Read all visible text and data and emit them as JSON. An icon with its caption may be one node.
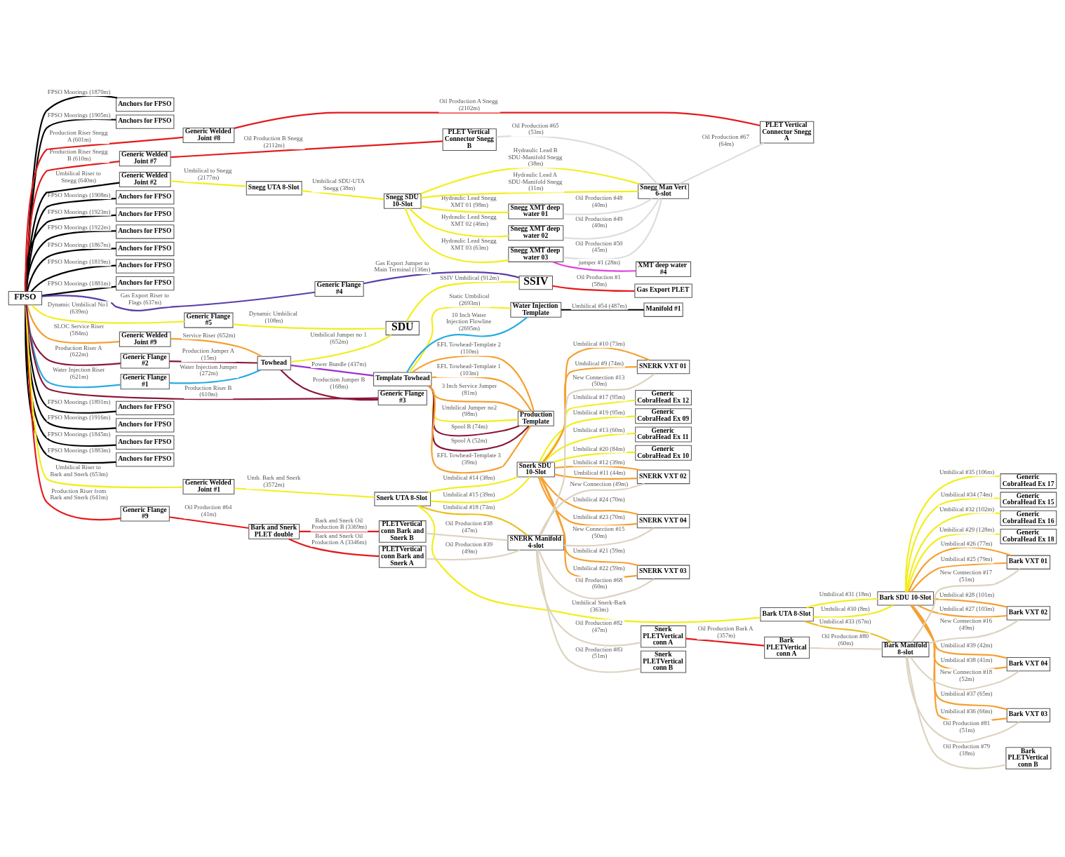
{
  "diagram": {
    "nodes": [
      {
        "text": [
          "FPSO"
        ]
      },
      {
        "text": [
          "Anchors for FPSO"
        ]
      },
      {
        "text": [
          "Anchors for FPSO"
        ]
      },
      {
        "text": [
          "Generic Welded Joint #7"
        ]
      },
      {
        "text": [
          "Anchors for FPSO"
        ]
      },
      {
        "text": [
          "Anchors for FPSO"
        ]
      },
      {
        "text": [
          "Generic Welded Joint #2"
        ]
      },
      {
        "text": [
          "Anchors for FPSO"
        ]
      },
      {
        "text": [
          "Anchors for FPSO"
        ]
      },
      {
        "text": [
          "Anchors for FPSO"
        ]
      },
      {
        "text": [
          "Anchors for FPSO"
        ]
      },
      {
        "text": [
          "Generic Welded Joint #9"
        ]
      },
      {
        "text": [
          "Anchors for FPSO"
        ]
      },
      {
        "text": [
          "Anchors for FPSO"
        ]
      },
      {
        "text": [
          "Generic Flange #2"
        ]
      },
      {
        "text": [
          "Anchors for FPSO"
        ]
      },
      {
        "text": [
          "Generic Flange #1"
        ]
      },
      {
        "text": [
          "Anchors for FPSO"
        ]
      },
      {
        "text": [
          "Generic Flange #9"
        ]
      },
      {
        "text": [
          "PLET Vertical Connector Snegg B"
        ]
      },
      {
        "text": [
          "Snegg UTA 8-Slot"
        ]
      },
      {
        "text": [
          "Generic Welded Joint #8"
        ]
      },
      {
        "text": [
          "Generic Flange #4"
        ]
      },
      {
        "text": [
          "Generic Flange #5"
        ]
      },
      {
        "text": [
          "Towhead"
        ]
      },
      {
        "text": [
          "Generic Welded Joint #1"
        ]
      },
      {
        "text": [
          "Bark and Snerk PLET double"
        ]
      },
      {
        "text": [
          "Snegg SDU 10-Slot"
        ]
      },
      {
        "text": [
          "SDU"
        ]
      },
      {
        "text": [
          "Template Towhead"
        ]
      },
      {
        "text": [
          "Generic Flange #3"
        ]
      },
      {
        "text": [
          "Snerk UTA 8-Slot"
        ]
      },
      {
        "text": [
          "PLETVertical conn Bark and Snerk B"
        ]
      },
      {
        "text": [
          "PLETVertical conn Bark and Snerk A"
        ]
      },
      {
        "text": [
          "Snegg XMT deep water 01"
        ]
      },
      {
        "text": [
          "Snegg XMT deep water 02"
        ]
      },
      {
        "text": [
          "Snegg XMT deep water 03"
        ]
      },
      {
        "text": [
          "SSIV"
        ]
      },
      {
        "text": [
          "Water Injection Template"
        ]
      },
      {
        "text": [
          "Production Template"
        ]
      },
      {
        "text": [
          "Snerk SDU 10-Slot"
        ]
      },
      {
        "text": [
          "SNERK Manifold 4-slot"
        ]
      },
      {
        "text": [
          "Snegg Man Vert 6-slot"
        ]
      },
      {
        "text": [
          "XMT deep water #4"
        ]
      },
      {
        "text": [
          "Gas Export PLET"
        ]
      },
      {
        "text": [
          "Manifold #1"
        ]
      },
      {
        "text": [
          "Generic CobraHead Ex 12"
        ]
      },
      {
        "text": [
          "Generic CobraHead Ex 09"
        ]
      },
      {
        "text": [
          "Generic CobraHead Ex 11"
        ]
      },
      {
        "text": [
          "Generic CobraHead Ex 10"
        ]
      },
      {
        "text": [
          "SNERK VXT 01"
        ]
      },
      {
        "text": [
          "SNERK VXT 02"
        ]
      },
      {
        "text": [
          "SNERK VXT 04"
        ]
      },
      {
        "text": [
          "SNERK VXT 03"
        ]
      },
      {
        "text": [
          "Snerk PLETVertical conn B"
        ]
      },
      {
        "text": [
          "Snerk PLETVertical conn A"
        ]
      },
      {
        "text": [
          "PLET Vertical Connector Snegg A"
        ]
      },
      {
        "text": [
          "Bark UTA 8-Slot"
        ]
      },
      {
        "text": [
          "Bark PLETVertical conn A"
        ]
      },
      {
        "text": [
          "Bark SDU 10-Slot"
        ]
      },
      {
        "text": [
          "Bark Manifold 8-slot"
        ]
      },
      {
        "text": [
          "Generic CobraHead Ex 17"
        ]
      },
      {
        "text": [
          "Generic CobraHead Ex 15"
        ]
      },
      {
        "text": [
          "Generic CobraHead Ex 16"
        ]
      },
      {
        "text": [
          "Generic CobraHead Ex 18"
        ]
      },
      {
        "text": [
          "Bark VXT 01"
        ]
      },
      {
        "text": [
          "Bark VXT 02"
        ]
      },
      {
        "text": [
          "Bark VXT 04"
        ]
      },
      {
        "text": [
          "Bark VXT 03"
        ]
      },
      {
        "text": [
          "Bark PLETVertical conn B"
        ]
      }
    ],
    "edges": [
      {
        "from": 0,
        "to": 1,
        "arrow": "none",
        "label": "FPSO Moorings (1870m)",
        "color": "#000000"
      },
      {
        "from": 0,
        "to": 2,
        "arrow": "none",
        "label": "FPSO Moorings (1905m)",
        "color": "#000000"
      },
      {
        "from": 0,
        "to": 3,
        "arrow": "none",
        "label": "Production Riser Snegg B (610m)",
        "color": "#e41a1c"
      },
      {
        "from": 0,
        "to": 4,
        "arrow": "none",
        "label": "FPSO Moorings (1908m)",
        "color": "#000000"
      },
      {
        "from": 0,
        "to": 5,
        "arrow": "none",
        "label": "FPSO Moorings (1923m)",
        "color": "#000000"
      },
      {
        "from": 0,
        "to": 6,
        "arrow": "none",
        "label": "Umbilical Riser to Snegg (640m)",
        "color": "#000000"
      },
      {
        "from": 0,
        "to": 21,
        "arrow": "none",
        "label": "Production Riser Snegg A (601m)",
        "color": "#e41a1c"
      },
      {
        "from": 0,
        "to": 22,
        "arrow": "none",
        "label": "Gas Export Riser to Flags (637m)",
        "color": "#5a3ea8"
      },
      {
        "from": 0,
        "to": 7,
        "arrow": "none",
        "label": "FPSO Moorings (1922m)",
        "color": "#000000"
      },
      {
        "from": 0,
        "to": 23,
        "arrow": "none",
        "label": "Dynamic Umbilical No1 (639m)"
      },
      {
        "from": 0,
        "to": 8,
        "arrow": "none",
        "label": "FPSO Moorings (1867m)",
        "color": "#000000"
      },
      {
        "from": 0,
        "to": 9,
        "arrow": "none",
        "label": "FPSO Moorings (1819m)",
        "color": "#000000"
      },
      {
        "from": 0,
        "to": 10,
        "arrow": "none",
        "label": "FPSO Moorings (1881m)",
        "color": "#000000"
      },
      {
        "from": 0,
        "to": 11,
        "arrow": "none",
        "label": "SLOC Service Riser (584m)",
        "color": "#f5a030"
      },
      {
        "from": 0,
        "to": 12,
        "arrow": "none",
        "label": "FPSO Moorings (1891m)",
        "color": "#000000"
      },
      {
        "from": 0,
        "to": 13,
        "arrow": "none",
        "label": "FPSO Moorings (1916m)",
        "color": "#000000"
      },
      {
        "from": 0,
        "to": 14,
        "arrow": "none",
        "label": "Production Riser A (622m)",
        "color": "#8b1538"
      },
      {
        "from": 0,
        "to": 15,
        "arrow": "none",
        "label": "FPSO Moorings (1845m)",
        "color": "#000000"
      },
      {
        "from": 0,
        "to": 16,
        "arrow": "none",
        "label": "Water Injection Riser (621m)",
        "color": "#29abe2"
      },
      {
        "from": 0,
        "to": 17,
        "arrow": "none",
        "label": "FPSO Moorings (1883m)",
        "color": "#000000"
      },
      {
        "from": 0,
        "to": 30,
        "arrow": "none",
        "label": "Production Riser B (610m)",
        "color": "#8b1538"
      },
      {
        "from": 0,
        "to": 25,
        "arrow": "none",
        "label": "Umbilical Riser to Bark and Snerk (653m)"
      },
      {
        "from": 0,
        "to": 18,
        "arrow": "none",
        "label": "Production Riser from Bark and Snerk (641m)",
        "color": "#e41a1c"
      },
      {
        "from": 3,
        "to": 19,
        "arrow": "none",
        "label": "Oil Production B Snegg (2112m)",
        "color": "#e41a1c"
      },
      {
        "from": 6,
        "to": 20,
        "arrow": "none",
        "label": "Umbilical to Snegg (2177m)"
      },
      {
        "from": 20,
        "to": 27,
        "arrow": "none",
        "label": "Umbilical SDU-UTA Snegg (38m)"
      },
      {
        "from": 27,
        "to": 34,
        "arrow": "none",
        "label": "Hydraulic Lead Snegg XMT 01 (98m)"
      },
      {
        "from": 27,
        "to": 42,
        "arrow": "none",
        "label": "Hydraulic Lead B SDU-Manifold Snegg (38m)"
      },
      {
        "from": 27,
        "to": 42,
        "arrow": "none",
        "label": "Hydraulic Lead A SDU-Manifold Snegg (11m)"
      },
      {
        "from": 27,
        "to": 35,
        "arrow": "none",
        "label": "Hydraulic Lead Snegg XMT 02 (46m)"
      },
      {
        "from": 27,
        "to": 36,
        "arrow": "none",
        "label": "Hydraulic Lead Snegg XMT 03 (63m)"
      },
      {
        "from": 19,
        "to": 42,
        "arrow": "none",
        "label": "Oil Production #65 (53m)",
        "color": "#dddddd"
      },
      {
        "from": 34,
        "to": 42,
        "arrow": "none",
        "label": "Oil Production #48 (40m)",
        "color": "#dddddd"
      },
      {
        "from": 35,
        "to": 42,
        "arrow": "none",
        "label": "Oil Production #49 (40m)",
        "color": "#dddddd"
      },
      {
        "from": 36,
        "to": 42,
        "arrow": "none",
        "label": "Oil Production #50 (45m)",
        "color": "#dddddd"
      },
      {
        "from": 36,
        "to": 43,
        "arrow": "none",
        "label": "jumper #1 (28m)",
        "color": "#e040e0"
      },
      {
        "from": 42,
        "to": 56,
        "arrow": "none",
        "label": "Oil Production #67 (64m)",
        "color": "#dddddd"
      },
      {
        "from": 21,
        "to": 56,
        "arrow": "none",
        "label": "Oil Production A Snegg (2102m)",
        "color": "#e41a1c"
      },
      {
        "from": 11,
        "to": 24,
        "arrow": "none",
        "label": "Service Riser (652m)",
        "color": "#f5a030"
      },
      {
        "from": 14,
        "to": 24,
        "arrow": "none",
        "label": "Production Jumper A (15m)",
        "color": "#8b1538"
      },
      {
        "from": 16,
        "to": 24,
        "arrow": "none",
        "label": "Water Injection Jumper (272m)",
        "color": "#29abe2"
      },
      {
        "from": 22,
        "to": 37,
        "arrow": "none",
        "label": "Gas Export Jumper to Main Terminal (136m)",
        "color": "#5a3ea8"
      },
      {
        "from": 23,
        "to": 28,
        "arrow": "none",
        "label": "Dynamic Umbilical (108m)"
      },
      {
        "from": 24,
        "to": 28,
        "arrow": "none",
        "label": "Umbilical Jumper no 1 (652m)"
      },
      {
        "from": 24,
        "to": 29,
        "arrow": "none",
        "label": "Power Bundle (437m)",
        "color": "#9b30d0"
      },
      {
        "from": 24,
        "to": 30,
        "arrow": "none",
        "label": "Production Jumper B (168m)",
        "color": "#8b1538"
      },
      {
        "from": 28,
        "to": 37,
        "arrow": "none",
        "label": "SSIV Umbilical (912m)"
      },
      {
        "from": 37,
        "to": 44,
        "arrow": "none",
        "label": "Oil Production #1 (58m)",
        "color": "#e41a1c"
      },
      {
        "from": 29,
        "to": 38,
        "arrow": "none",
        "label": "Static Umbilical (2693m)"
      },
      {
        "from": 29,
        "to": 38,
        "arrow": "none",
        "label": "10 Inch Water Injection Flowline (2695m)",
        "color": "#29abe2"
      },
      {
        "from": 29,
        "to": 39,
        "arrow": "none",
        "label": "EFL Towhead-Template 2 (110m)",
        "color": "#f5a030"
      },
      {
        "from": 29,
        "to": 39,
        "arrow": "none",
        "label": "EFL Towhead-Template 1 (103m)",
        "color": "#f5a030"
      },
      {
        "from": 29,
        "to": 39,
        "arrow": "none",
        "label": "3 Inch Service Jumper (81m)",
        "color": "#f5a030"
      },
      {
        "from": 29,
        "to": 39,
        "arrow": "none",
        "label": "Umbilical Jumper no2 (98m)"
      },
      {
        "from": 29,
        "to": 39,
        "arrow": "none",
        "label": "Spool B (74m)",
        "color": "#8b1538"
      },
      {
        "from": 29,
        "to": 39,
        "arrow": "none",
        "label": "Spool A (52m)",
        "color": "#8b1538"
      },
      {
        "from": 29,
        "to": 39,
        "arrow": "none",
        "label": "EFL Towhead-Template 3 (39m)",
        "color": "#f5a030"
      },
      {
        "from": 38,
        "to": 45,
        "arrow": "none",
        "label": "Umbilical #54 (487m)",
        "color": "#000000"
      },
      {
        "from": 25,
        "to": 31,
        "arrow": "none",
        "label": "Umb. Bark and Snerk (3572m)"
      },
      {
        "from": 18,
        "to": 26,
        "arrow": "none",
        "label": "Oil Production #64 (41m)",
        "color": "#e41a1c"
      },
      {
        "from": 26,
        "to": 32,
        "arrow": "none",
        "label": "Bark and Snerk Oil Production B (3369m)",
        "color": "#e41a1c"
      },
      {
        "from": 26,
        "to": 33,
        "arrow": "none",
        "label": "Bark and Snerk Oil Production A (3346m)",
        "color": "#e41a1c"
      },
      {
        "from": 31,
        "to": 57,
        "arrow": "none",
        "label": "Umbilical Snerk-Bark (363m)"
      },
      {
        "from": 31,
        "to": 40,
        "arrow": "none",
        "label": "Umbilical #14 (38m)"
      },
      {
        "from": 31,
        "to": 40,
        "arrow": "none",
        "label": "Umbilical #15 (39m)"
      },
      {
        "from": 31,
        "to": 41,
        "arrow": "none",
        "label": "Umbilical #18 (73m)",
        "color": "#e8c020"
      },
      {
        "from": 32,
        "to": 41,
        "arrow": "none",
        "label": "Oil Production #38 (47m)",
        "color": "#ddd3c0"
      },
      {
        "from": 33,
        "to": 41,
        "arrow": "none",
        "label": "Oil Production #39 (49m)",
        "color": "#ddd3c0"
      },
      {
        "from": 40,
        "to": 46,
        "arrow": "none",
        "label": "Umbilical #17 (95m)"
      },
      {
        "from": 40,
        "to": 47,
        "arrow": "none",
        "label": "Umbilical #19 (95m)"
      },
      {
        "from": 40,
        "to": 48,
        "arrow": "none",
        "label": "Umbilical #13 (60m)"
      },
      {
        "from": 40,
        "to": 49,
        "arrow": "none",
        "label": "Umbilical #20 (84m)"
      },
      {
        "from": 40,
        "to": 50,
        "arrow": "none",
        "label": "Umbilical #10 (73m)",
        "color": "#f5a030"
      },
      {
        "from": 40,
        "to": 50,
        "arrow": "none",
        "label": "Umbilical #9 (74m)",
        "color": "#f5a030"
      },
      {
        "from": 40,
        "to": 51,
        "arrow": "none",
        "label": "Umbilical #12 (39m)",
        "color": "#f5a030"
      },
      {
        "from": 40,
        "to": 51,
        "arrow": "none",
        "label": "Umbilical #11 (44m)",
        "color": "#f5a030"
      },
      {
        "from": 41,
        "to": 50,
        "arrow": "none",
        "label": "New Connection #13 (50m)",
        "color": "#ddd3c0"
      },
      {
        "from": 41,
        "to": 51,
        "arrow": "none",
        "label": "New Connection (49m)",
        "color": "#ddd3c0"
      },
      {
        "from": 40,
        "to": 52,
        "arrow": "none",
        "label": "Umbilical #24 (70m)",
        "color": "#f5a030"
      },
      {
        "from": 40,
        "to": 52,
        "arrow": "none",
        "label": "Umbilical #23 (70m)",
        "color": "#f5a030"
      },
      {
        "from": 41,
        "to": 52,
        "arrow": "none",
        "label": "New Connection #15 (50m)",
        "color": "#ddd3c0"
      },
      {
        "from": 40,
        "to": 53,
        "arrow": "none",
        "label": "Umbilical #21 (59m)",
        "color": "#f5a030"
      },
      {
        "from": 40,
        "to": 53,
        "arrow": "none",
        "label": "Umbilical #22 (59m)",
        "color": "#f5a030"
      },
      {
        "from": 41,
        "to": 53,
        "arrow": "none",
        "label": "Oil Production #68 (60m)",
        "color": "#ddd3c0"
      },
      {
        "from": 41,
        "to": 54,
        "arrow": "none",
        "label": "Oil Production #83 (51m)",
        "color": "#ddd3c0"
      },
      {
        "from": 41,
        "to": 55,
        "arrow": "none",
        "label": "Oil Production #82 (47m)",
        "color": "#ddd3c0"
      },
      {
        "from": 55,
        "to": 58,
        "arrow": "none",
        "label": "Oil Production Bark A (357m)",
        "color": "#e41a1c"
      },
      {
        "from": 57,
        "to": 59,
        "arrow": "none",
        "label": "Umbilical #31 (18m)"
      },
      {
        "from": 57,
        "to": 59,
        "arrow": "none",
        "label": "Umbilical #30 (8m)"
      },
      {
        "from": 57,
        "to": 60,
        "arrow": "none",
        "label": "Umbilical #33 (67m)",
        "color": "#e8c020"
      },
      {
        "from": 58,
        "to": 60,
        "arrow": "none",
        "label": "Oil Production #80 (60m)",
        "color": "#ddd3c0"
      },
      {
        "from": 59,
        "to": 61,
        "arrow": "none",
        "label": "Umbilical #35 (106m)"
      },
      {
        "from": 59,
        "to": 62,
        "arrow": "none",
        "label": "Umbilical #34 (74m)"
      },
      {
        "from": 59,
        "to": 63,
        "arrow": "none",
        "label": "Umbilical #32 (102m)"
      },
      {
        "from": 59,
        "to": 64,
        "arrow": "none",
        "label": "Umbilical #29 (128m)"
      },
      {
        "from": 59,
        "to": 65,
        "arrow": "none",
        "label": "Umbilical #26 (77m)",
        "color": "#f5a030"
      },
      {
        "from": 59,
        "to": 65,
        "arrow": "none",
        "label": "Umbilical #25 (79m)",
        "color": "#f5a030"
      },
      {
        "from": 59,
        "to": 66,
        "arrow": "none",
        "label": "Umbilical #28 (101m)",
        "color": "#f5a030"
      },
      {
        "from": 59,
        "to": 66,
        "arrow": "none",
        "label": "Umbilical #27 (103m)",
        "color": "#f5a030"
      },
      {
        "from": 60,
        "to": 65,
        "arrow": "none",
        "label": "New Connection #17 (51m)",
        "color": "#ddd3c0"
      },
      {
        "from": 59,
        "to": 67,
        "arrow": "none",
        "label": "Umbilical #39 (42m)",
        "color": "#f5a030"
      },
      {
        "from": 59,
        "to": 67,
        "arrow": "none",
        "label": "Umbilical #38 (41m)",
        "color": "#f5a030"
      },
      {
        "from": 60,
        "to": 66,
        "arrow": "none",
        "label": "New Connection #16 (49m)",
        "color": "#ddd3c0"
      },
      {
        "from": 60,
        "to": 67,
        "arrow": "none",
        "label": "New Connection #18 (52m)",
        "color": "#ddd3c0"
      },
      {
        "from": 59,
        "to": 68,
        "arrow": "none",
        "label": "Umbilical #37 (65m)",
        "color": "#f5a030"
      },
      {
        "from": 59,
        "to": 68,
        "arrow": "none",
        "label": "Umbilical #36 (66m)",
        "color": "#f5a030"
      },
      {
        "from": 60,
        "to": 68,
        "arrow": "none",
        "label": "Oil Production #81 (51m)",
        "color": "#ddd3c0"
      },
      {
        "from": 60,
        "to": 69,
        "arrow": "none",
        "label": "Oil Production #79 (18m)",
        "color": "#ddd3c0"
      }
    ]
  }
}
